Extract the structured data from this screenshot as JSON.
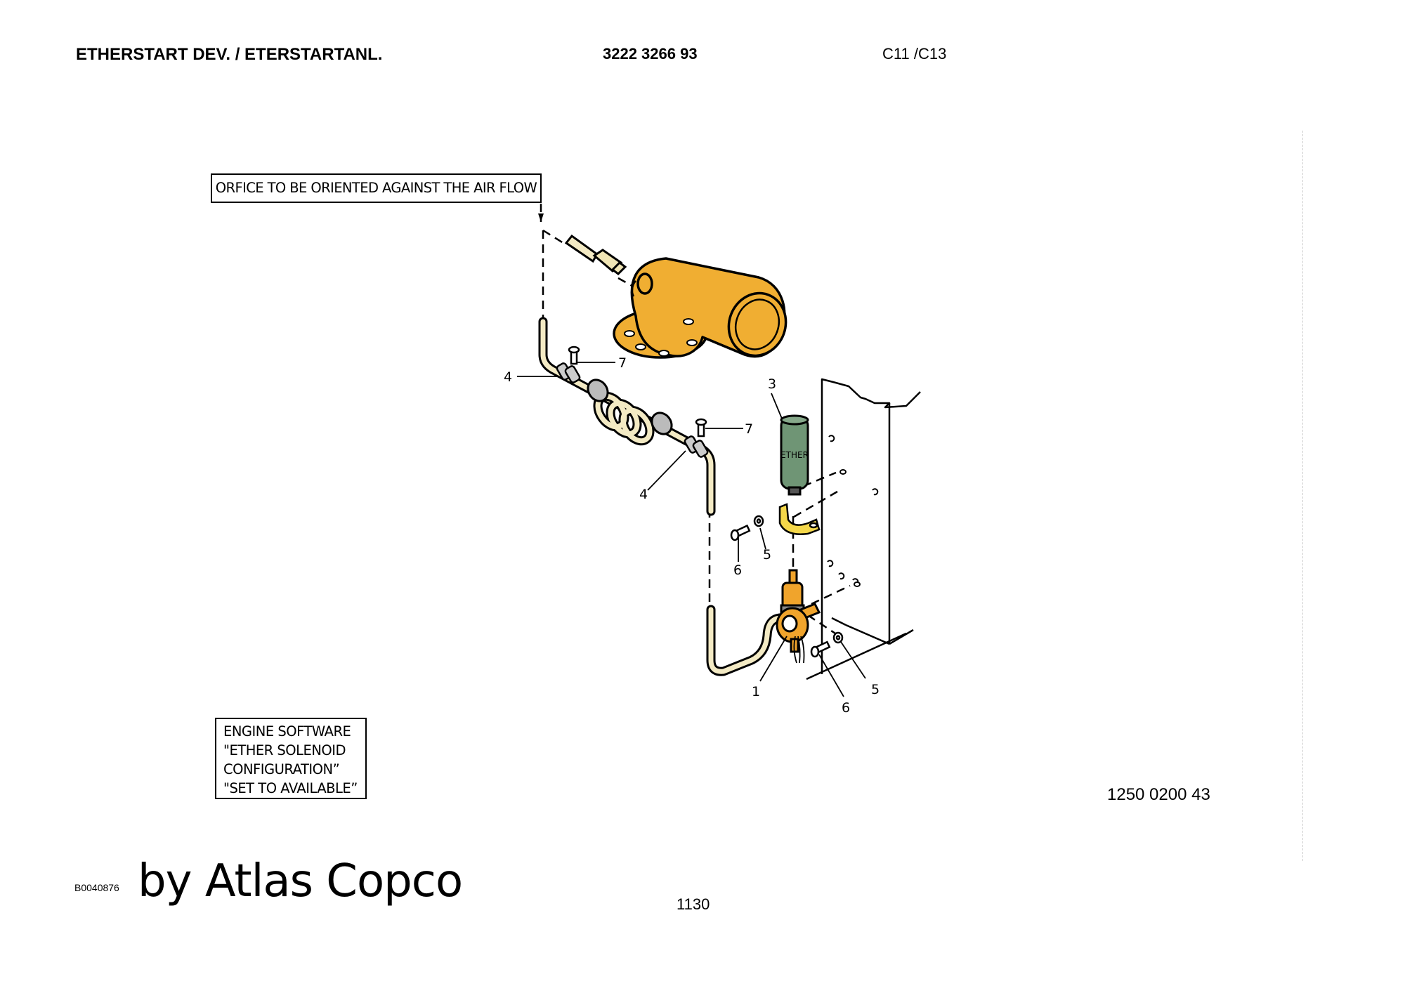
{
  "header": {
    "title": "ETHERSTART DEV. / ETERSTARTANL.",
    "part_number": "3222 3266 93",
    "model": "C11 /C13"
  },
  "notes": {
    "orfice": "ORFICE TO BE ORIENTED AGAINST THE AIR FLOW",
    "software": [
      "ENGINE SOFTWARE",
      "\"ETHER SOLENOID",
      "CONFIGURATION”",
      "\"SET TO AVAILABLE”"
    ]
  },
  "callouts": {
    "c1": "1",
    "c3": "3",
    "c4a": "4",
    "c4b": "4",
    "c5a": "5",
    "c5b": "5",
    "c6a": "6",
    "c6b": "6",
    "c7a": "7",
    "c7b": "7"
  },
  "canister_label": "ETHER",
  "drawing_ref": "1250 0200 43",
  "footer": {
    "code": "B0040876",
    "brand": "by Atlas Copco",
    "page": "1130"
  },
  "colors": {
    "manifold": "#f0ae32",
    "tube": "#f3eac4",
    "canister": "#6f9575",
    "solenoid": "#f0a42c",
    "clip": "#f5d84a"
  }
}
